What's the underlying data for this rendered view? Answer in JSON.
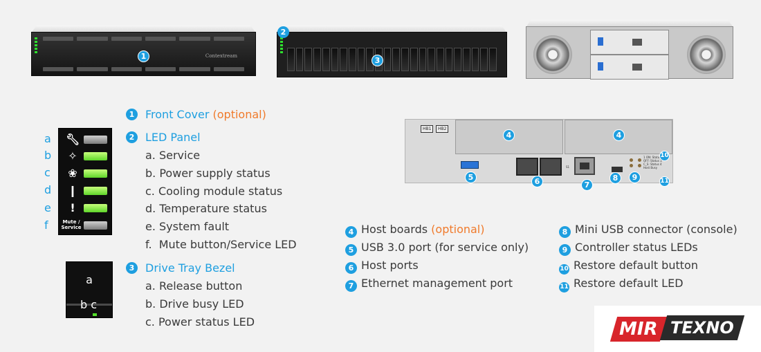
{
  "callouts": {
    "n1": "1",
    "n2": "2",
    "n3": "3",
    "n4": "4",
    "n5": "5",
    "n6": "6",
    "n7": "7",
    "n8": "8",
    "n9": "9",
    "n10": "10",
    "n11": "11"
  },
  "devices": {
    "front_brand": "Contextream"
  },
  "led_panel": {
    "letters": [
      "a",
      "b",
      "c",
      "d",
      "e",
      "f"
    ],
    "mute_label": "Mute / Service"
  },
  "bezel": {
    "letter_a": "a",
    "letters_bc": "b c"
  },
  "host_panel": {
    "hb1": "HB1",
    "hb2": "HB2",
    "s1_label": "S1",
    "led_notes": "1 ON: Status 2 OFF: Status 3 C_S: Status 4 Host Busy"
  },
  "front_cover": {
    "label": "Front Cover",
    "optional": "(optional)"
  },
  "led_section": {
    "label": "LED Panel",
    "items": [
      "a. Service",
      "b. Power supply status",
      "c. Cooling module status",
      "d. Temperature status",
      "e. System fault",
      "f.  Mute button/Service LED"
    ]
  },
  "drive_tray": {
    "label": "Drive Tray Bezel",
    "items": [
      "a. Release button",
      "b. Drive busy LED",
      "c. Power status LED"
    ]
  },
  "rear_list_left": [
    {
      "num": "4",
      "text": "Host boards",
      "optional": "(optional)"
    },
    {
      "num": "5",
      "text": "USB 3.0 port (for service only)",
      "optional": ""
    },
    {
      "num": "6",
      "text": "Host ports",
      "optional": ""
    },
    {
      "num": "7",
      "text": "Ethernet management port",
      "optional": ""
    }
  ],
  "rear_list_right": [
    {
      "num": "8",
      "text": "Mini USB connector (console)"
    },
    {
      "num": "9",
      "text": "Controller status LEDs"
    },
    {
      "num": "10",
      "text": "Restore default button"
    },
    {
      "num": "11",
      "text": "Restore default LED"
    }
  ],
  "logo": {
    "left": "MIR",
    "right": "TEXNO"
  },
  "colors": {
    "accent": "#1e9fe0",
    "optional": "#f07a2b",
    "text": "#3a3a3a",
    "logo_red": "#d8252b",
    "logo_dark": "#2a2a2a"
  }
}
